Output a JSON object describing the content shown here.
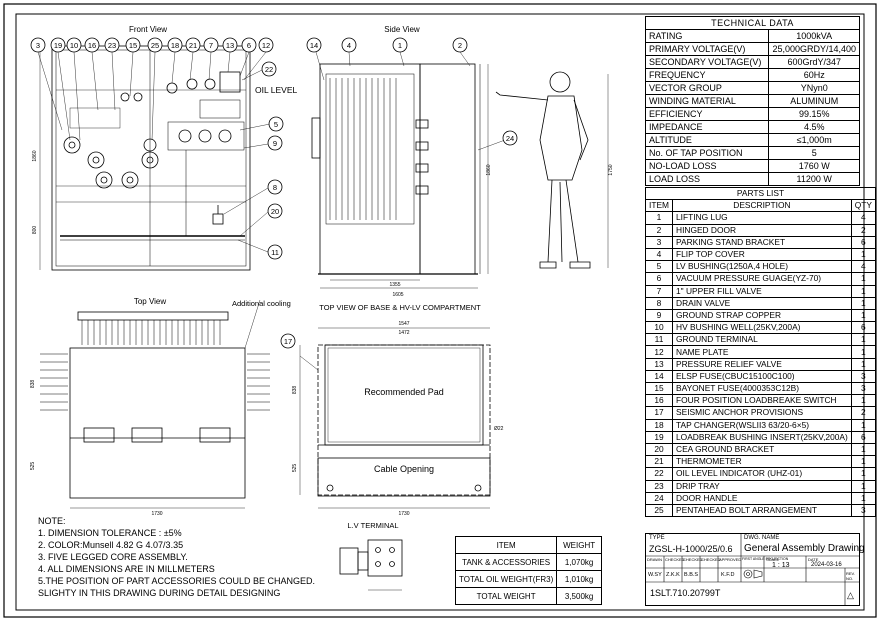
{
  "views": {
    "front": "Front View",
    "side": "Side View",
    "top": "Top View",
    "base": "TOP VIEW OF BASE & HV-LV COMPARTMENT",
    "lv": "L.V TERMINAL"
  },
  "labels": {
    "oil_level": "OIL LEVEL",
    "additional_cooling": "Additional cooling",
    "recommended_pad": "Recommended Pad",
    "cable_opening": "Cable Opening"
  },
  "dims": {
    "side_width": "1605",
    "side_inner": "1355",
    "side_height": "1860",
    "person_height": "1750",
    "top_width": "1730",
    "base_width": "1730",
    "base_inner": "1547",
    "base_depth": "1472",
    "base_side": "838",
    "base_lower": "525",
    "base_hole": "Ø22",
    "front_height": "1860",
    "front_low": "800",
    "top_height": "838",
    "top_lower": "525"
  },
  "balloons": {
    "front": [
      "3",
      "19",
      "10",
      "16",
      "23",
      "15",
      "25",
      "18",
      "21",
      "7",
      "13",
      "6",
      "12"
    ],
    "front_right": [
      "22",
      "5",
      "9",
      "8",
      "20",
      "11"
    ],
    "side": [
      "14",
      "4",
      "1",
      "2",
      "24"
    ],
    "base": [
      "17"
    ]
  },
  "technical": {
    "title": "TECHNICAL DATA",
    "rows": [
      [
        "RATING",
        "1000kVA"
      ],
      [
        "PRIMARY VOLTAGE(V)",
        "25,000GRDY/14,400"
      ],
      [
        "SECONDARY VOLTAGE(V)",
        "600GrdY/347"
      ],
      [
        "FREQUENCY",
        "60Hz"
      ],
      [
        "VECTOR  GROUP",
        "YNyn0"
      ],
      [
        "WINDING MATERIAL",
        "ALUMINUM"
      ],
      [
        "EFFICIENCY",
        "99.15%"
      ],
      [
        "IMPEDANCE",
        "4.5%"
      ],
      [
        "ALTITUDE",
        "≤1,000m"
      ],
      [
        "No. OF TAP POSITION",
        "5"
      ],
      [
        "NO-LOAD LOSS",
        "1760 W"
      ],
      [
        "LOAD LOSS",
        "11200 W"
      ]
    ]
  },
  "parts": {
    "title": "PARTS LIST",
    "headers": [
      "ITEM",
      "DESCRIPTION",
      "QTY"
    ],
    "rows": [
      [
        "1",
        "LIFTING LUG",
        "4"
      ],
      [
        "2",
        "HINGED DOOR",
        "2"
      ],
      [
        "3",
        "PARKING STAND BRACKET",
        "6"
      ],
      [
        "4",
        "FLIP TOP COVER",
        "1"
      ],
      [
        "5",
        "LV BUSHING(1250A,4 HOLE)",
        "4"
      ],
      [
        "6",
        "VACUUM PRESSURE GUAGE(YZ-70)",
        "1"
      ],
      [
        "7",
        "1\" UPPER FILL VALVE",
        "1"
      ],
      [
        "8",
        "DRAIN VALVE",
        "1"
      ],
      [
        "9",
        "GROUND STRAP COPPER",
        "1"
      ],
      [
        "10",
        "HV BUSHING WELL(25KV,200A)",
        "6"
      ],
      [
        "11",
        "GROUND TERMINAL",
        "1"
      ],
      [
        "12",
        "NAME PLATE",
        "1"
      ],
      [
        "13",
        "PRESSURE RELIEF VALVE",
        "1"
      ],
      [
        "14",
        "ELSP FUSE(CBUC15100C100)",
        "3"
      ],
      [
        "15",
        "BAYONET FUSE(4000353C12B)",
        "3"
      ],
      [
        "16",
        "FOUR POSITION LOADBREAKE SWITCH",
        "1"
      ],
      [
        "17",
        "SEISMIC ANCHOR PROVISIONS",
        "2"
      ],
      [
        "18",
        "TAP CHANGER(WSLII3  63/20-6×5)",
        "1"
      ],
      [
        "19",
        "LOADBREAK BUSHING INSERT(25KV,200A)",
        "6"
      ],
      [
        "20",
        "CEA GROUND BRACKET",
        "1"
      ],
      [
        "21",
        "THERMOMETER",
        "1"
      ],
      [
        "22",
        "OIL LEVEL INDICATOR (UHZ-01)",
        "1"
      ],
      [
        "23",
        "DRIP TRAY",
        "1"
      ],
      [
        "24",
        "DOOR HANDLE",
        "1"
      ],
      [
        "25",
        "PENTAHEAD BOLT ARRANGEMENT",
        "3"
      ]
    ]
  },
  "notes": {
    "title": "NOTE:",
    "lines": [
      "1. DIMENSION TOLERANCE : ±5%",
      "2. COLOR:Munsell 4.82 G 4.07/3.35",
      "3. FIVE LEGGED CORE ASSEMBLY.",
      "4. ALL DIMENSIONS ARE IN MILLMETERS",
      "5.THE POSITION OF PART ACCESSORIES COULD BE CHANGED.",
      "SLIGHTY IN THIS DRAWING DURING DETAIL DESIGNING"
    ]
  },
  "weights": {
    "headers": [
      "ITEM",
      "WEIGHT"
    ],
    "rows": [
      [
        "TANK & ACCESSORIES",
        "1,070kg"
      ],
      [
        "TOTAL OIL WEIGHT(FR3)",
        "1,010kg"
      ],
      [
        "TOTAL WEIGHT",
        "3,500kg"
      ]
    ]
  },
  "title_block": {
    "type_label": "TYPE",
    "type": "ZGSL-H-1000/25/0.6",
    "dwg_label": "DWG. NAME",
    "dwg_name": "General Assembly Drawing",
    "roles": [
      "DRAWN",
      "CHECKED",
      "CHECKED",
      "CHECKED",
      "APPROVED",
      "FIRST ANGLE PROJECTION",
      "SCALE",
      "DATE"
    ],
    "names": [
      "W.SY",
      "Z.K.K",
      "B.B.S",
      "",
      "K.F.D"
    ],
    "scale": "1 : 13",
    "date": "2024-03-16",
    "doc_no": "1SLT.710.20799T",
    "rev": "REV. NO."
  }
}
